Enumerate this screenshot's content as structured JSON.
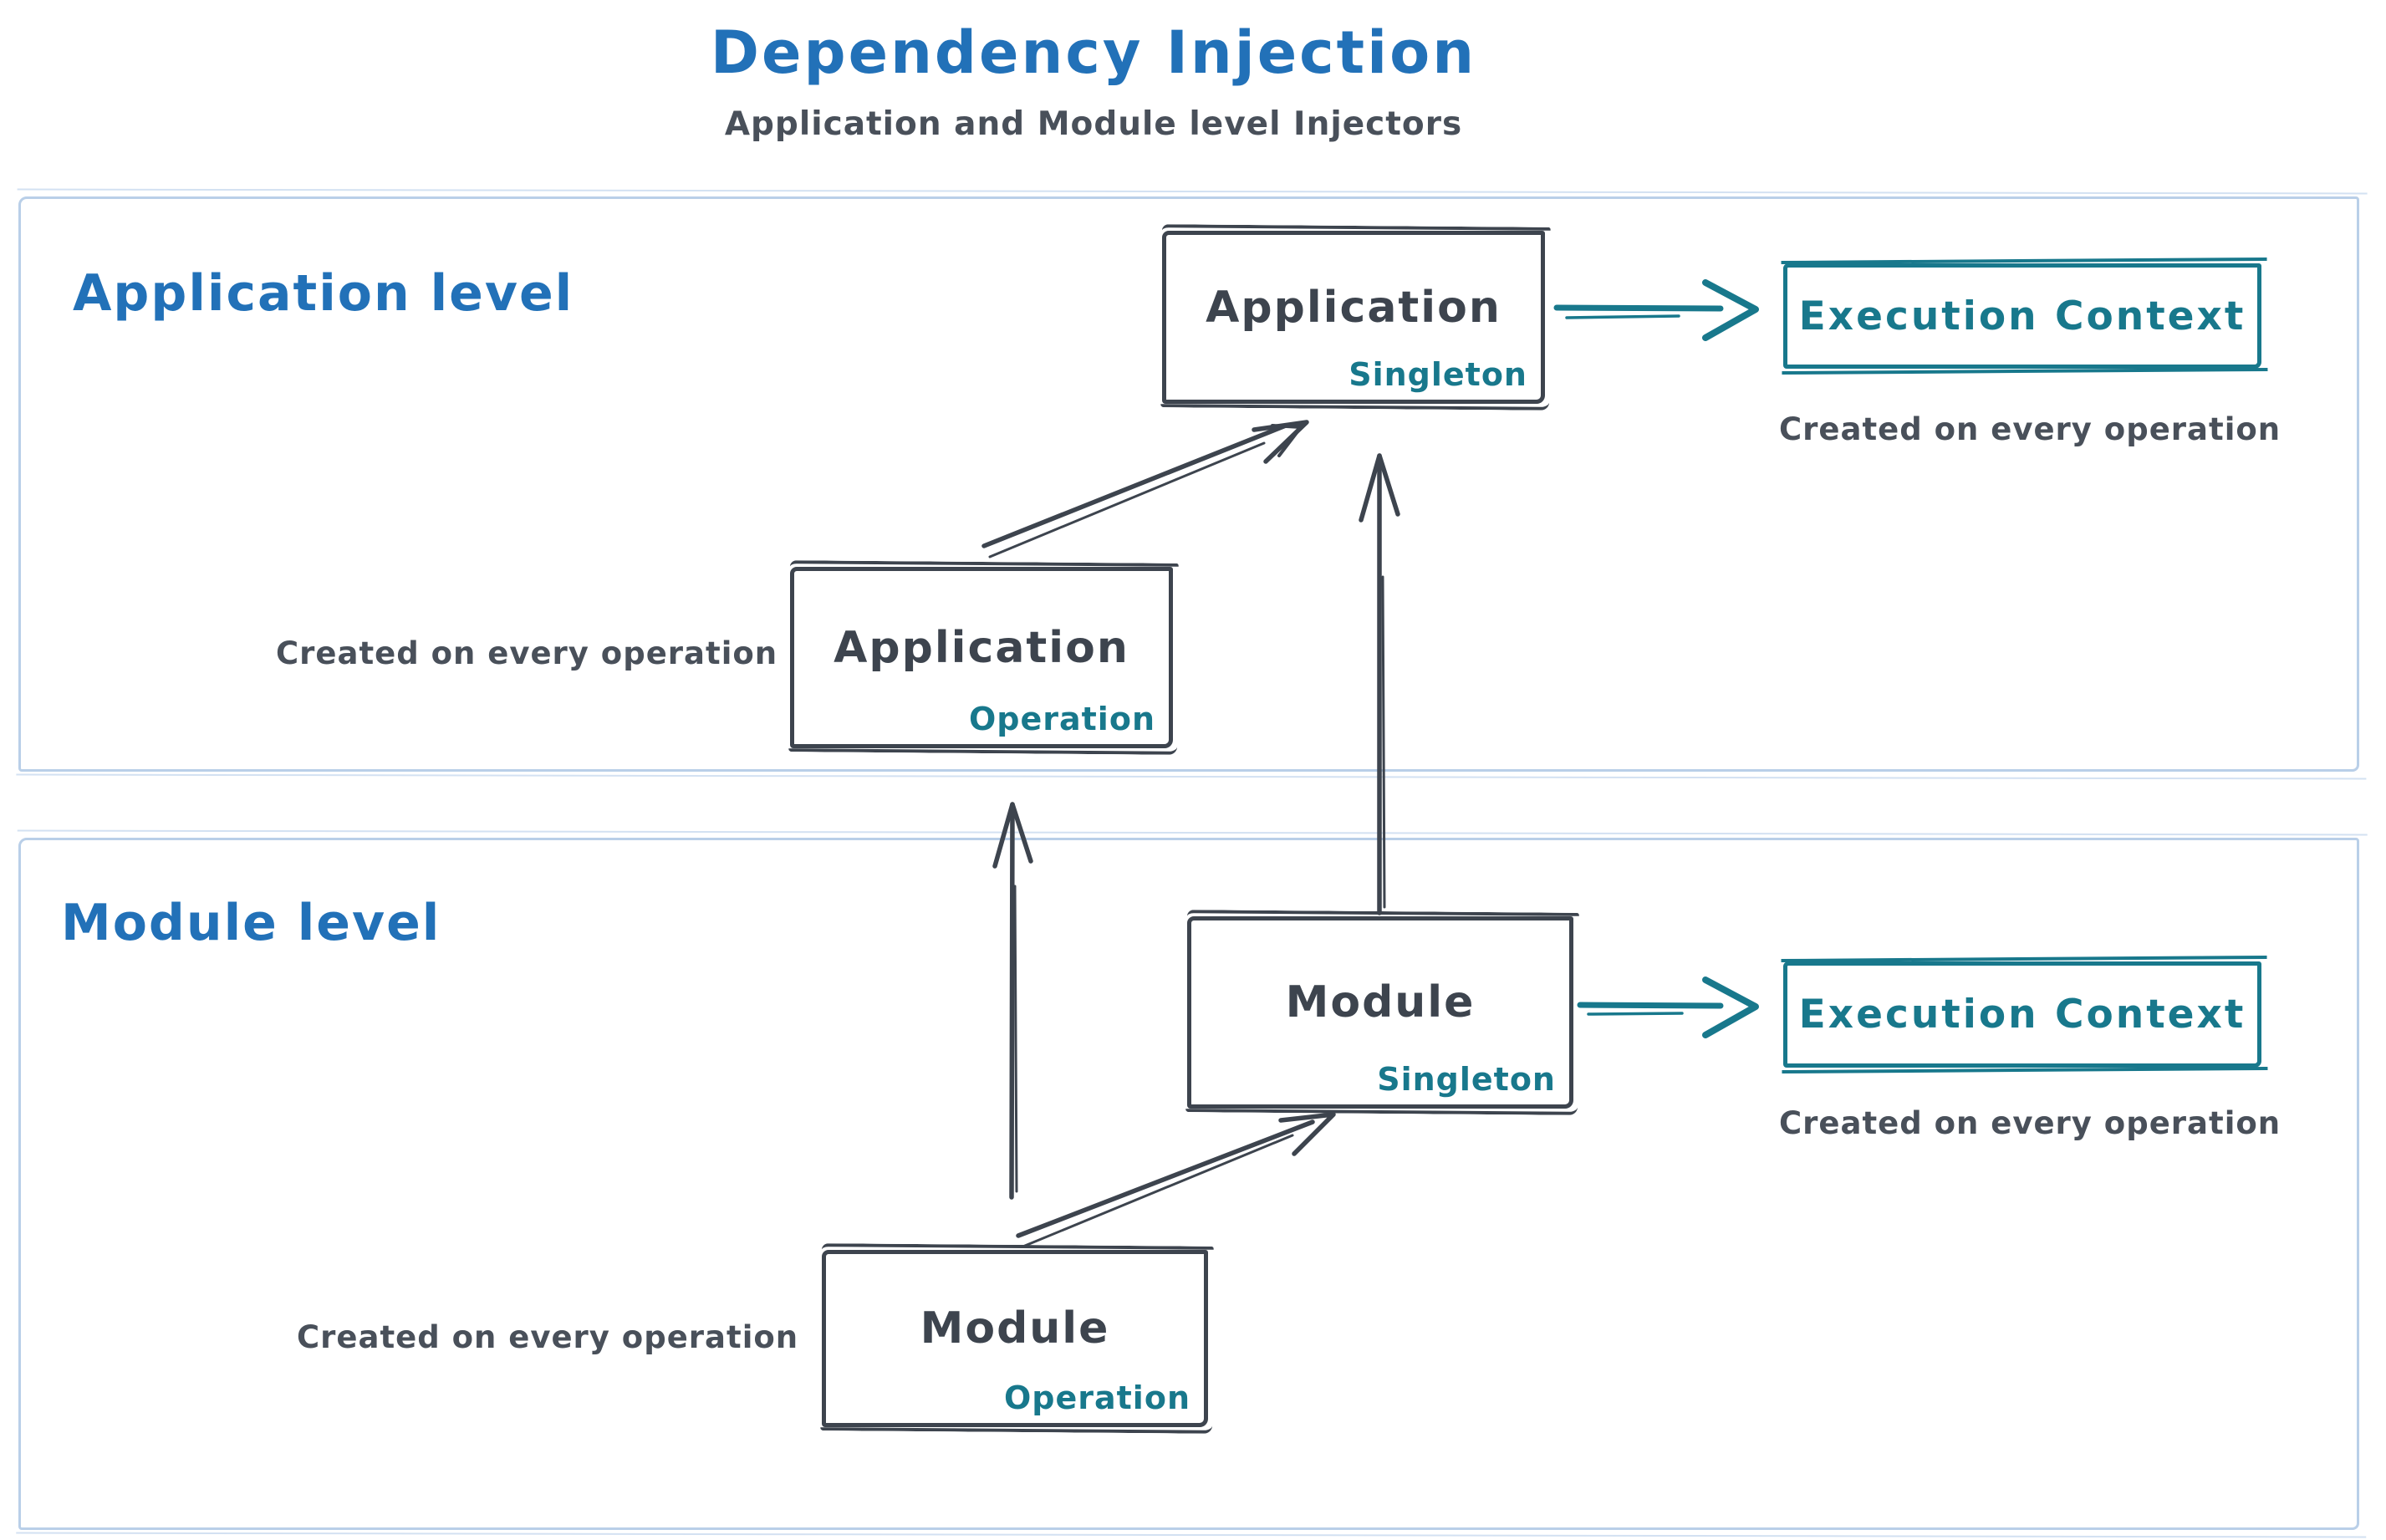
{
  "title": "Dependency Injection",
  "subtitle": "Application and Module level Injectors",
  "sections": {
    "application": {
      "label": "Application level"
    },
    "module": {
      "label": "Module level"
    }
  },
  "nodes": {
    "app_singleton": {
      "title": "Application",
      "scope": "Singleton"
    },
    "app_operation": {
      "title": "Application",
      "scope": "Operation"
    },
    "module_singleton": {
      "title": "Module",
      "scope": "Singleton"
    },
    "module_operation": {
      "title": "Module",
      "scope": "Operation"
    }
  },
  "exec": {
    "application": {
      "title": "Execution Context",
      "caption": "Created on every operation"
    },
    "module": {
      "title": "Execution Context",
      "caption": "Created on every operation"
    }
  },
  "captions": {
    "app_operation": "Created on every operation",
    "module_operation": "Created on every operation"
  },
  "colors": {
    "title_blue": "#2271b8",
    "teal": "#18788c",
    "ink": "#3d444e",
    "container_border": "#b9cfe8"
  }
}
